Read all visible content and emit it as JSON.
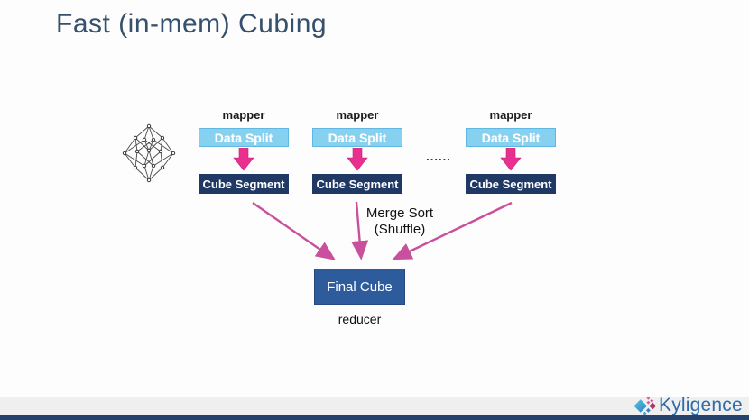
{
  "slide": {
    "title": "Fast (in-mem) Cubing"
  },
  "diagram": {
    "lattice_icon": "cube-lattice-icon",
    "columns": [
      {
        "mapper_label": "mapper",
        "data_split_label": "Data Split",
        "cube_segment_label": "Cube Segment"
      },
      {
        "mapper_label": "mapper",
        "data_split_label": "Data Split",
        "cube_segment_label": "Cube Segment"
      },
      {
        "mapper_label": "mapper",
        "data_split_label": "Data Split",
        "cube_segment_label": "Cube Segment"
      }
    ],
    "ellipsis": "......",
    "merge_sort_line1": "Merge Sort",
    "merge_sort_line2": "(Shuffle)",
    "final_cube_label": "Final Cube",
    "reducer_label": "reducer"
  },
  "footer": {
    "brand": "Kyligence"
  },
  "colors": {
    "title_text": "#35516d",
    "data_split_bg": "#86d0f0",
    "cube_segment_bg": "#1f3864",
    "final_cube_bg": "#2d5b9b",
    "block_arrow_pink": "#e9308f",
    "line_arrow_pink": "#c9509c",
    "footer_bar_navy": "#24426b",
    "brand_blue": "#2f6ba8"
  }
}
